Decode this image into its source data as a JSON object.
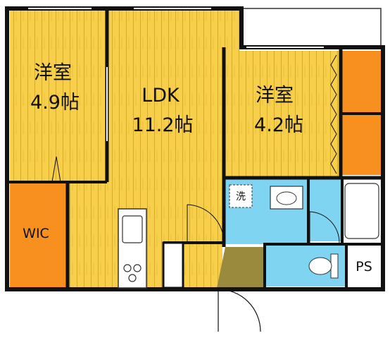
{
  "rooms": {
    "west_room": {
      "name": "洋室",
      "size": "4.9帖"
    },
    "ldk": {
      "name": "LDK",
      "size": "11.2帖"
    },
    "east_room": {
      "name": "洋室",
      "size": "4.2帖"
    },
    "wic": {
      "name": "WIC"
    },
    "laundry": {
      "name": "洗"
    },
    "ps": {
      "name": "PS"
    }
  },
  "colors": {
    "floor_yellow": "#f7cf4a",
    "floor_stripe": "#c9a22a",
    "closet_orange": "#f7901e",
    "water_blue": "#7fd4f2",
    "entrance_olive": "#9a8a3e",
    "wall": "#111111",
    "balcony": "#ffffff"
  }
}
